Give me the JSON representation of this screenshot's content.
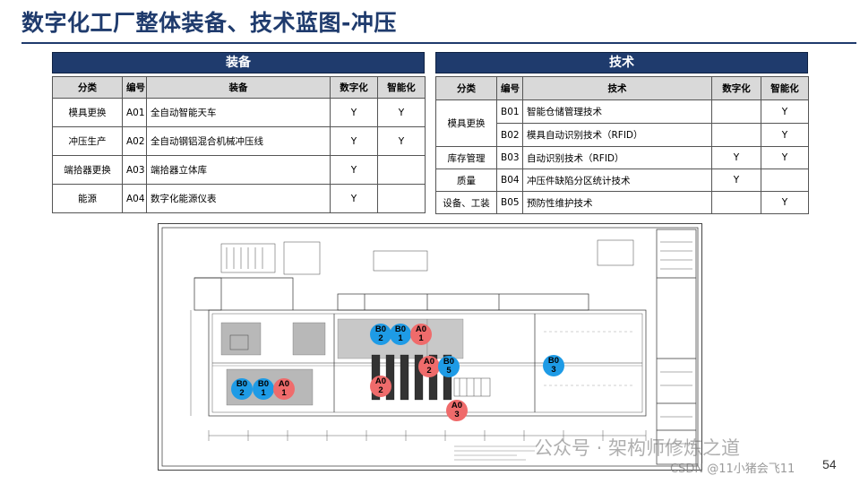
{
  "title": "数字化工厂整体装备、技术蓝图-冲压",
  "equipment": {
    "header": "装备",
    "columns": [
      "分类",
      "编号",
      "装备",
      "数字化",
      "智能化"
    ],
    "rows": [
      {
        "category": "模具更换",
        "code": "A01",
        "name": "全自动智能天车",
        "digital": "Y",
        "smart": "Y"
      },
      {
        "category": "冲压生产",
        "code": "A02",
        "name": "全自动钢铝混合机械冲压线",
        "digital": "Y",
        "smart": "Y"
      },
      {
        "category": "端拾器更换",
        "code": "A03",
        "name": "端拾器立体库",
        "digital": "Y",
        "smart": ""
      },
      {
        "category": "能源",
        "code": "A04",
        "name": "数字化能源仪表",
        "digital": "Y",
        "smart": ""
      }
    ]
  },
  "technology": {
    "header": "技术",
    "columns": [
      "分类",
      "编号",
      "技术",
      "数字化",
      "智能化"
    ],
    "groups": [
      "模具更换",
      "库存管理",
      "质量",
      "设备、工装"
    ],
    "rows": [
      {
        "code": "B01",
        "name": "智能仓储管理技术",
        "digital": "",
        "smart": "Y"
      },
      {
        "code": "B02",
        "name": "模具自动识别技术（RFID）",
        "digital": "",
        "smart": "Y"
      },
      {
        "code": "B03",
        "name": "自动识别技术（RFID）",
        "digital": "Y",
        "smart": "Y"
      },
      {
        "code": "B04",
        "name": "冲压件缺陷分区统计技术",
        "digital": "Y",
        "smart": ""
      },
      {
        "code": "B05",
        "name": "预防性维护技术",
        "digital": "",
        "smart": "Y"
      }
    ]
  },
  "markers": [
    {
      "top": "B0",
      "bottom": "2",
      "color": "b"
    },
    {
      "top": "B0",
      "bottom": "1",
      "color": "b"
    },
    {
      "top": "A0",
      "bottom": "1",
      "color": "a"
    },
    {
      "top": "A0",
      "bottom": "2",
      "color": "a"
    },
    {
      "top": "B0",
      "bottom": "5",
      "color": "b"
    },
    {
      "top": "B0",
      "bottom": "3",
      "color": "b"
    },
    {
      "top": "B0",
      "bottom": "2",
      "color": "b"
    },
    {
      "top": "B0",
      "bottom": "1",
      "color": "b"
    },
    {
      "top": "A0",
      "bottom": "1",
      "color": "a"
    },
    {
      "top": "A0",
      "bottom": "2",
      "color": "a"
    },
    {
      "top": "A0",
      "bottom": "3",
      "color": "a"
    }
  ],
  "watermark": "公众号 · 架构师修炼之道",
  "csdn": "CSDN @11小猪会飞11",
  "page_number": "54",
  "colors": {
    "title": "#1f3b6d",
    "header_bg": "#1f3b6d",
    "marker_b": "#1e9be6",
    "marker_a": "#ef6b6b"
  }
}
